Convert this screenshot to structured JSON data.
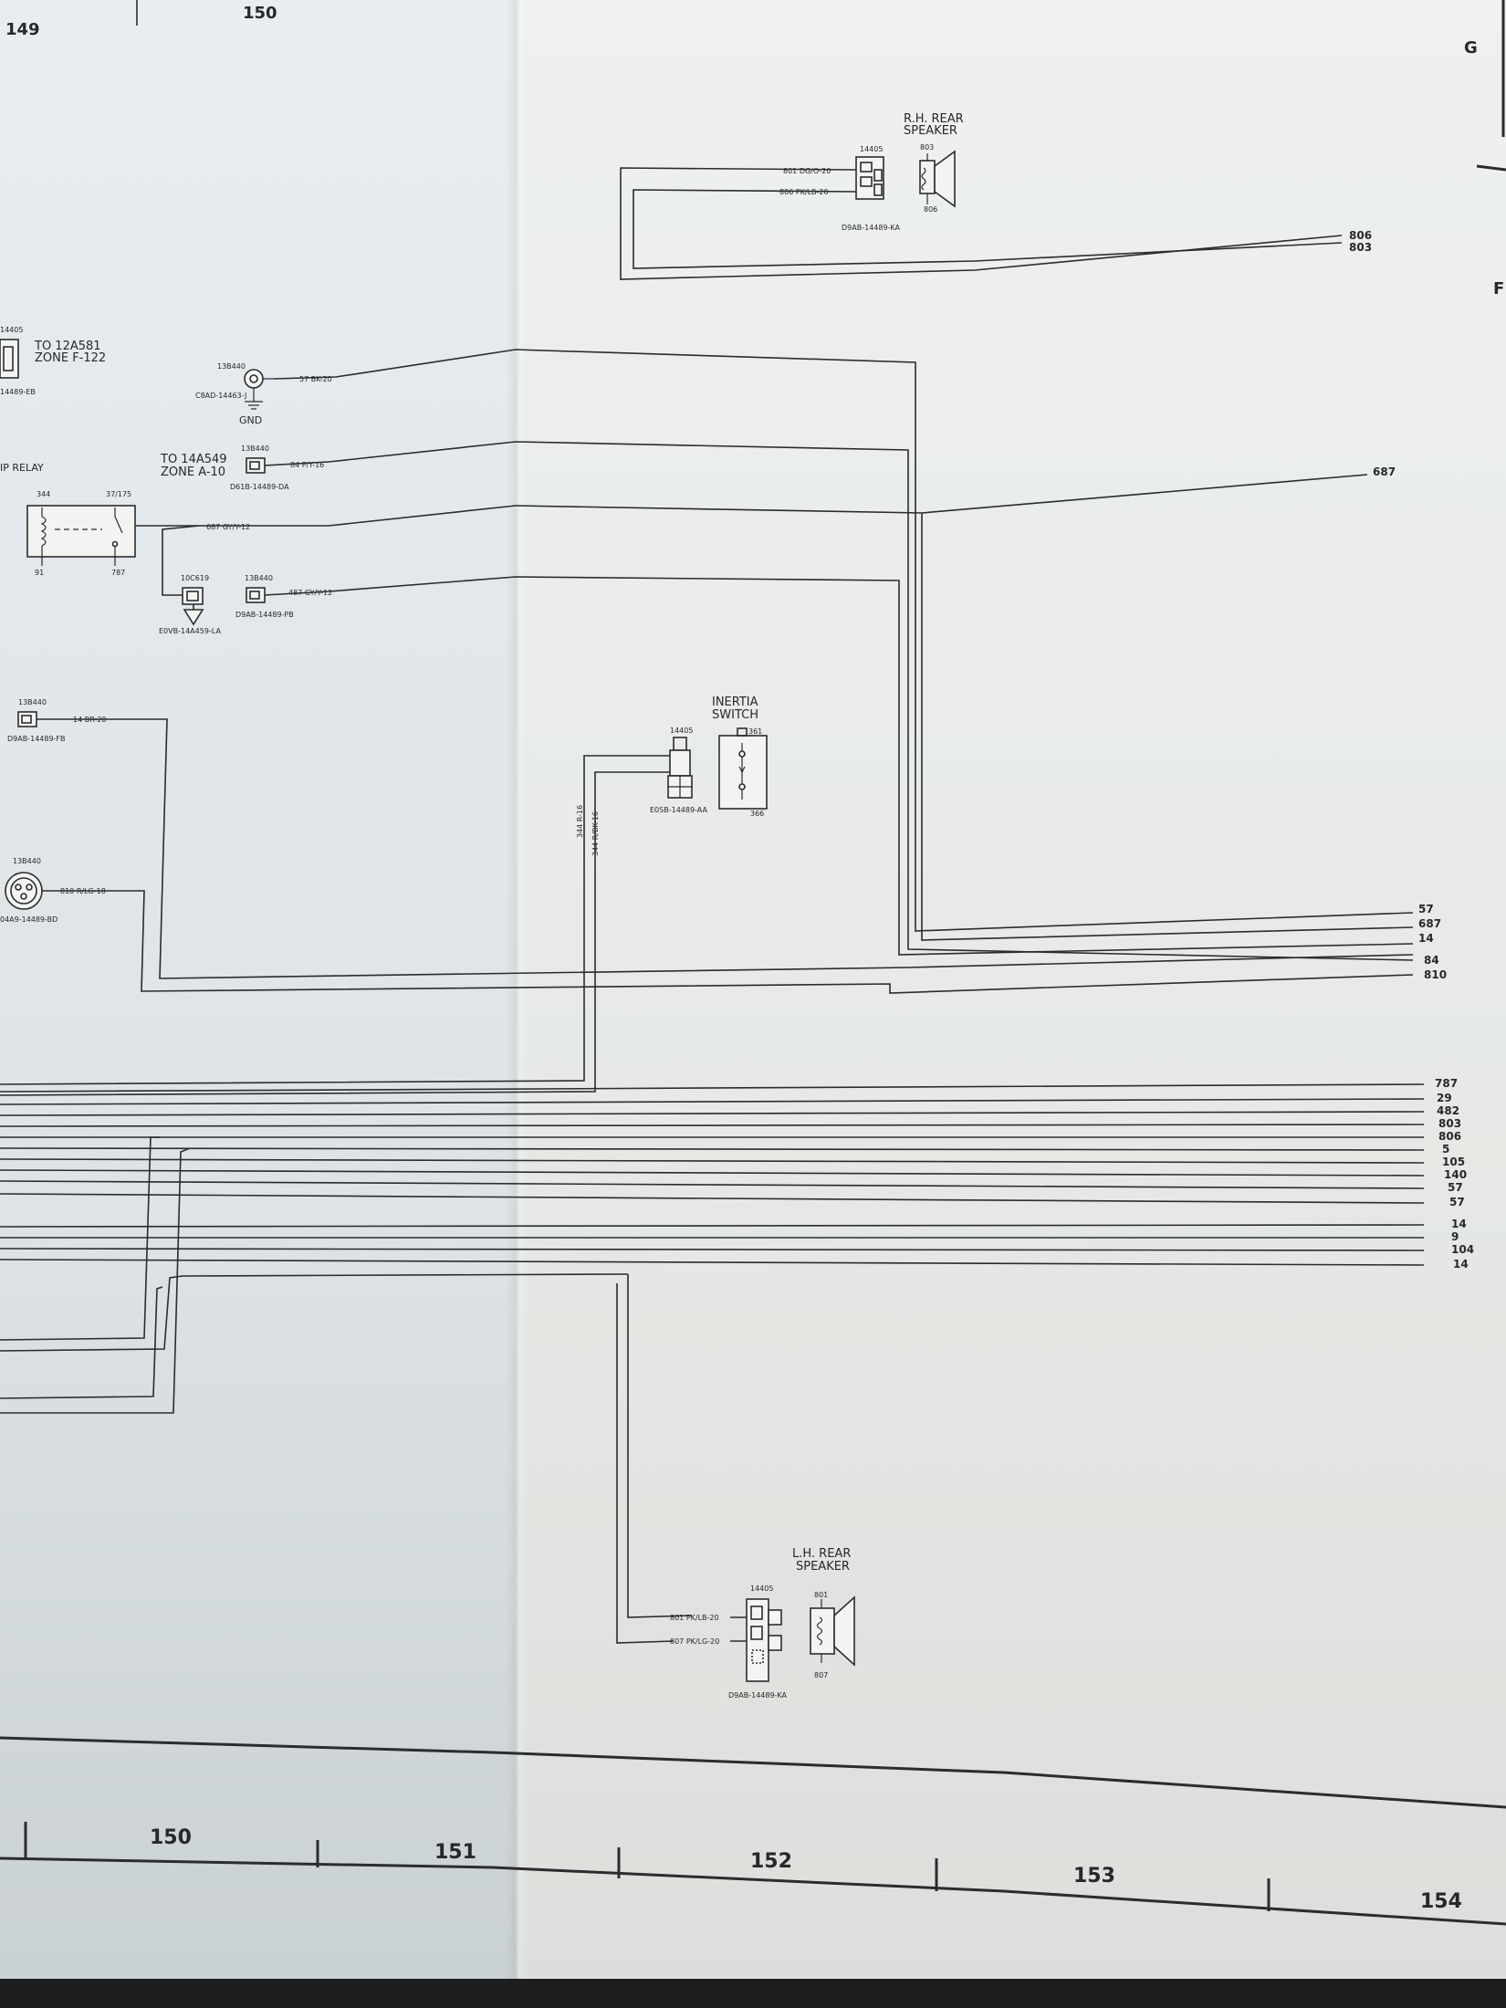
{
  "zones_top": [
    "149",
    "150"
  ],
  "zones_bottom": [
    "150",
    "151",
    "152",
    "153",
    "154"
  ],
  "grid_right": [
    "G",
    "F"
  ],
  "rh_speaker": {
    "title_line1": "R.H. REAR",
    "title_line2": "SPEAKER",
    "connector": "14405",
    "pin_top": "803",
    "pin_bottom": "806",
    "wire_a": "801 DG/O-20",
    "wire_b": "806 PK/LB-20",
    "part": "D9AB-14489-KA"
  },
  "rh_exits": [
    "806",
    "803"
  ],
  "to_12a581": {
    "connector": "14405",
    "line1": "TO 12A581",
    "line2": "ZONE F-122",
    "part": "14489-EB"
  },
  "gnd": {
    "connector": "13B440",
    "wire": "57 BK-20",
    "part": "C8AD-14463-J",
    "label": "GND"
  },
  "to_14a549": {
    "line1": "TO 14A549",
    "line2": "ZONE A-10",
    "connector": "13B440",
    "wire": "84 P/Y-16",
    "part": "D61B-14489-DA"
  },
  "relay": {
    "label": "IP RELAY",
    "pin_344": "344",
    "pin_37": "37/175",
    "pin_91": "91",
    "pin_787": "787",
    "wire_687": "687 GY/Y-12"
  },
  "exit_687": "687",
  "ground_conn": {
    "connector": "10C619",
    "part": "E0VB-14A459-LA"
  },
  "wire_487": {
    "connector": "13B440",
    "wire": "487 GY/Y-12",
    "part": "D9AB-14489-PB"
  },
  "conn_14": {
    "connector": "13B440",
    "wire": "14 BR-20",
    "part": "D9AB-14489-FB"
  },
  "conn_810": {
    "connector": "13B440",
    "wire": "810 R/LG-18",
    "part": "04A9-14489-BD"
  },
  "inertia": {
    "line1": "INERTIA",
    "line2": "SWITCH",
    "connector": "14405",
    "pin_top": "361",
    "pin_bottom": "366",
    "wire_a": "344 R-16",
    "wire_b": "344 R/BK-16",
    "part": "E0SB-14489-AA"
  },
  "right_group": [
    "57",
    "687",
    "14",
    "84",
    "810"
  ],
  "bundle": [
    "787",
    "29",
    "482",
    "803",
    "806",
    "5",
    "105",
    "140",
    "57",
    "57",
    "14",
    "9",
    "104",
    "14"
  ],
  "lh_speaker": {
    "title_line1": "L.H. REAR",
    "title_line2": "SPEAKER",
    "connector": "14405",
    "pin_top": "801",
    "pin_bottom": "807",
    "wire_a": "801 PK/LB-20",
    "wire_b": "807 PK/LG-20",
    "part": "D9AB-14489-KA"
  }
}
